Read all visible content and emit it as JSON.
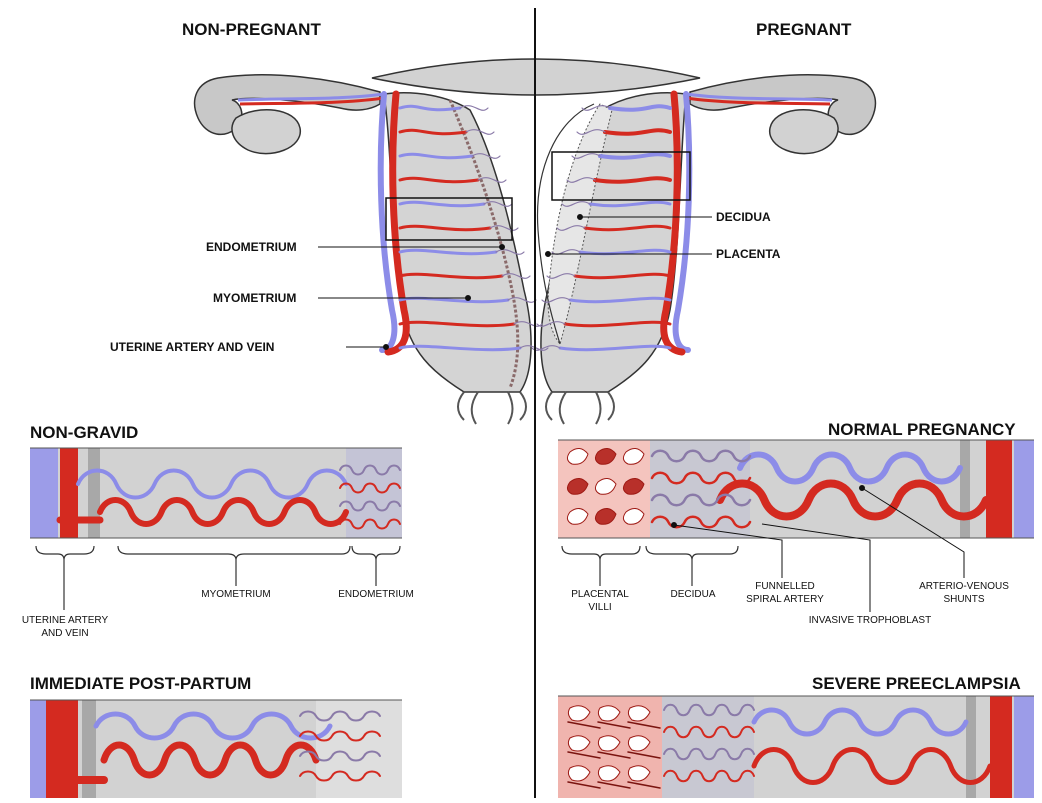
{
  "headers": {
    "non_pregnant": "NON-PREGNANT",
    "pregnant": "PREGNANT",
    "non_gravid": "NON-GRAVID",
    "normal_pregnancy": "NORMAL PREGNANCY",
    "post_partum": "IMMEDIATE POST-PARTUM",
    "severe_preeclampsia": "SEVERE PREECLAMPSIA"
  },
  "uterus_labels": {
    "endometrium": "ENDOMETRIUM",
    "myometrium": "MYOMETRIUM",
    "uterine_artery_vein": "UTERINE ARTERY AND VEIN",
    "decidua": "DECIDUA",
    "placenta": "PLACENTA"
  },
  "non_gravid_labels": {
    "uterine_artery_vein": [
      "UTERINE ARTERY",
      "AND VEIN"
    ],
    "myometrium": "MYOMETRIUM",
    "endometrium": "ENDOMETRIUM"
  },
  "normal_pregnancy_labels": {
    "placental_villi": [
      "PLACENTAL",
      "VILLI"
    ],
    "decidua": "DECIDUA",
    "funnelled_spiral_artery": [
      "FUNNELLED",
      "SPIRAL ARTERY"
    ],
    "invasive_trophoblast": "INVASIVE TROPHOBLAST",
    "arterio_venous_shunts": [
      "ARTERIO-VENOUS",
      "SHUNTS"
    ]
  },
  "colors": {
    "artery": "#d42a20",
    "artery_dark": "#9e1a14",
    "vein": "#8c8ce8",
    "vein_light": "#b4b4f0",
    "tissue": "#d2d2d2",
    "tissue_dark": "#a8a8a8",
    "villi": "#f2b7b0",
    "outline": "#333333"
  }
}
